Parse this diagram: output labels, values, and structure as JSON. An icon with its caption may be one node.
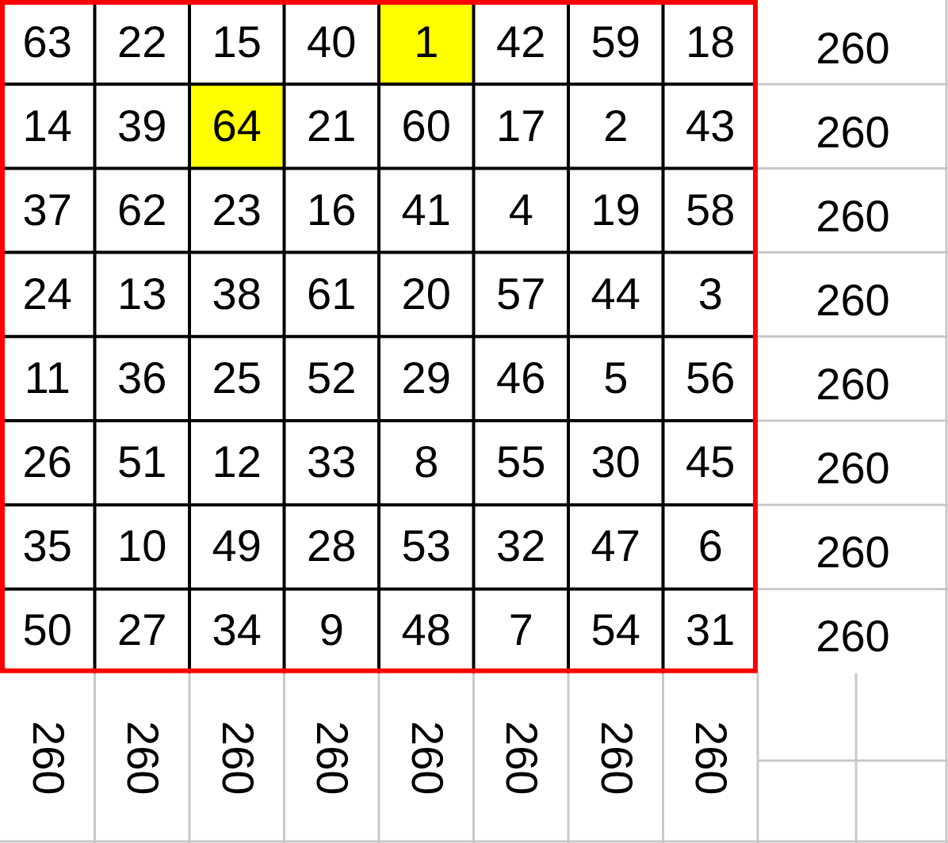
{
  "diagram": {
    "labels": [
      "63",
      "22",
      "15",
      "40",
      "1",
      "42",
      "59",
      "18",
      "260",
      "14",
      "39",
      "64",
      "21",
      "60",
      "17",
      "2",
      "43",
      "260",
      "37",
      "62",
      "23",
      "16",
      "41",
      "4",
      "19",
      "58",
      "260",
      "24",
      "13",
      "38",
      "61",
      "20",
      "57",
      "44",
      "3",
      "260",
      "11",
      "36",
      "25",
      "52",
      "29",
      "46",
      "5",
      "56",
      "260",
      "26",
      "51",
      "12",
      "33",
      "8",
      "55",
      "30",
      "45",
      "260",
      "35",
      "10",
      "49",
      "28",
      "53",
      "32",
      "47",
      "6",
      "260",
      "50",
      "27",
      "34",
      "9",
      "48",
      "7",
      "54",
      "31",
      "260",
      "260",
      "260",
      "260",
      "260",
      "260",
      "260",
      "260",
      "260"
    ]
  }
}
